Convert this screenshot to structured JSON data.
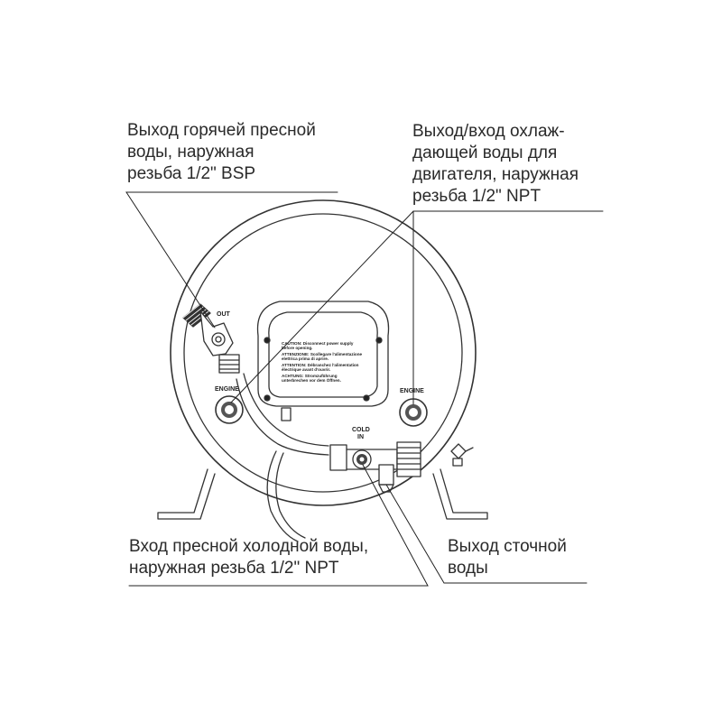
{
  "callouts": {
    "hot_outlet": {
      "lines": [
        "Выход горячей пресной",
        "воды, наружная",
        "резьба 1/2\" BSP"
      ]
    },
    "engine_loop": {
      "lines": [
        "Выход/вход охлаж-",
        "дающей воды для",
        "двигателя, наружная",
        "резьба 1/2\" NPT"
      ]
    },
    "cold_inlet": {
      "lines": [
        "Вход пресной холодной воды,",
        "наружная резьба 1/2\" NPT"
      ]
    },
    "drain": {
      "lines": [
        "Выход сточной",
        "воды"
      ]
    }
  },
  "device_markings": {
    "hot_out": "OUT",
    "engine_left": "ENGINE",
    "engine_right": "ENGINE",
    "cold_in_line1": "COLD",
    "cold_in_line2": "IN",
    "warning_plate": [
      "CAUTION: Disconnect power supply",
      "before opening.",
      "ATTENZIONE: Scollegare l'alimentazione",
      "elettrica prima di aprire.",
      "ATTENTION: Débranchez l'alimentation",
      "électrique avant d'ouvrir.",
      "ACHTUNG: Stromzuführung",
      "unterbrechen vor dem Öffnen."
    ]
  }
}
